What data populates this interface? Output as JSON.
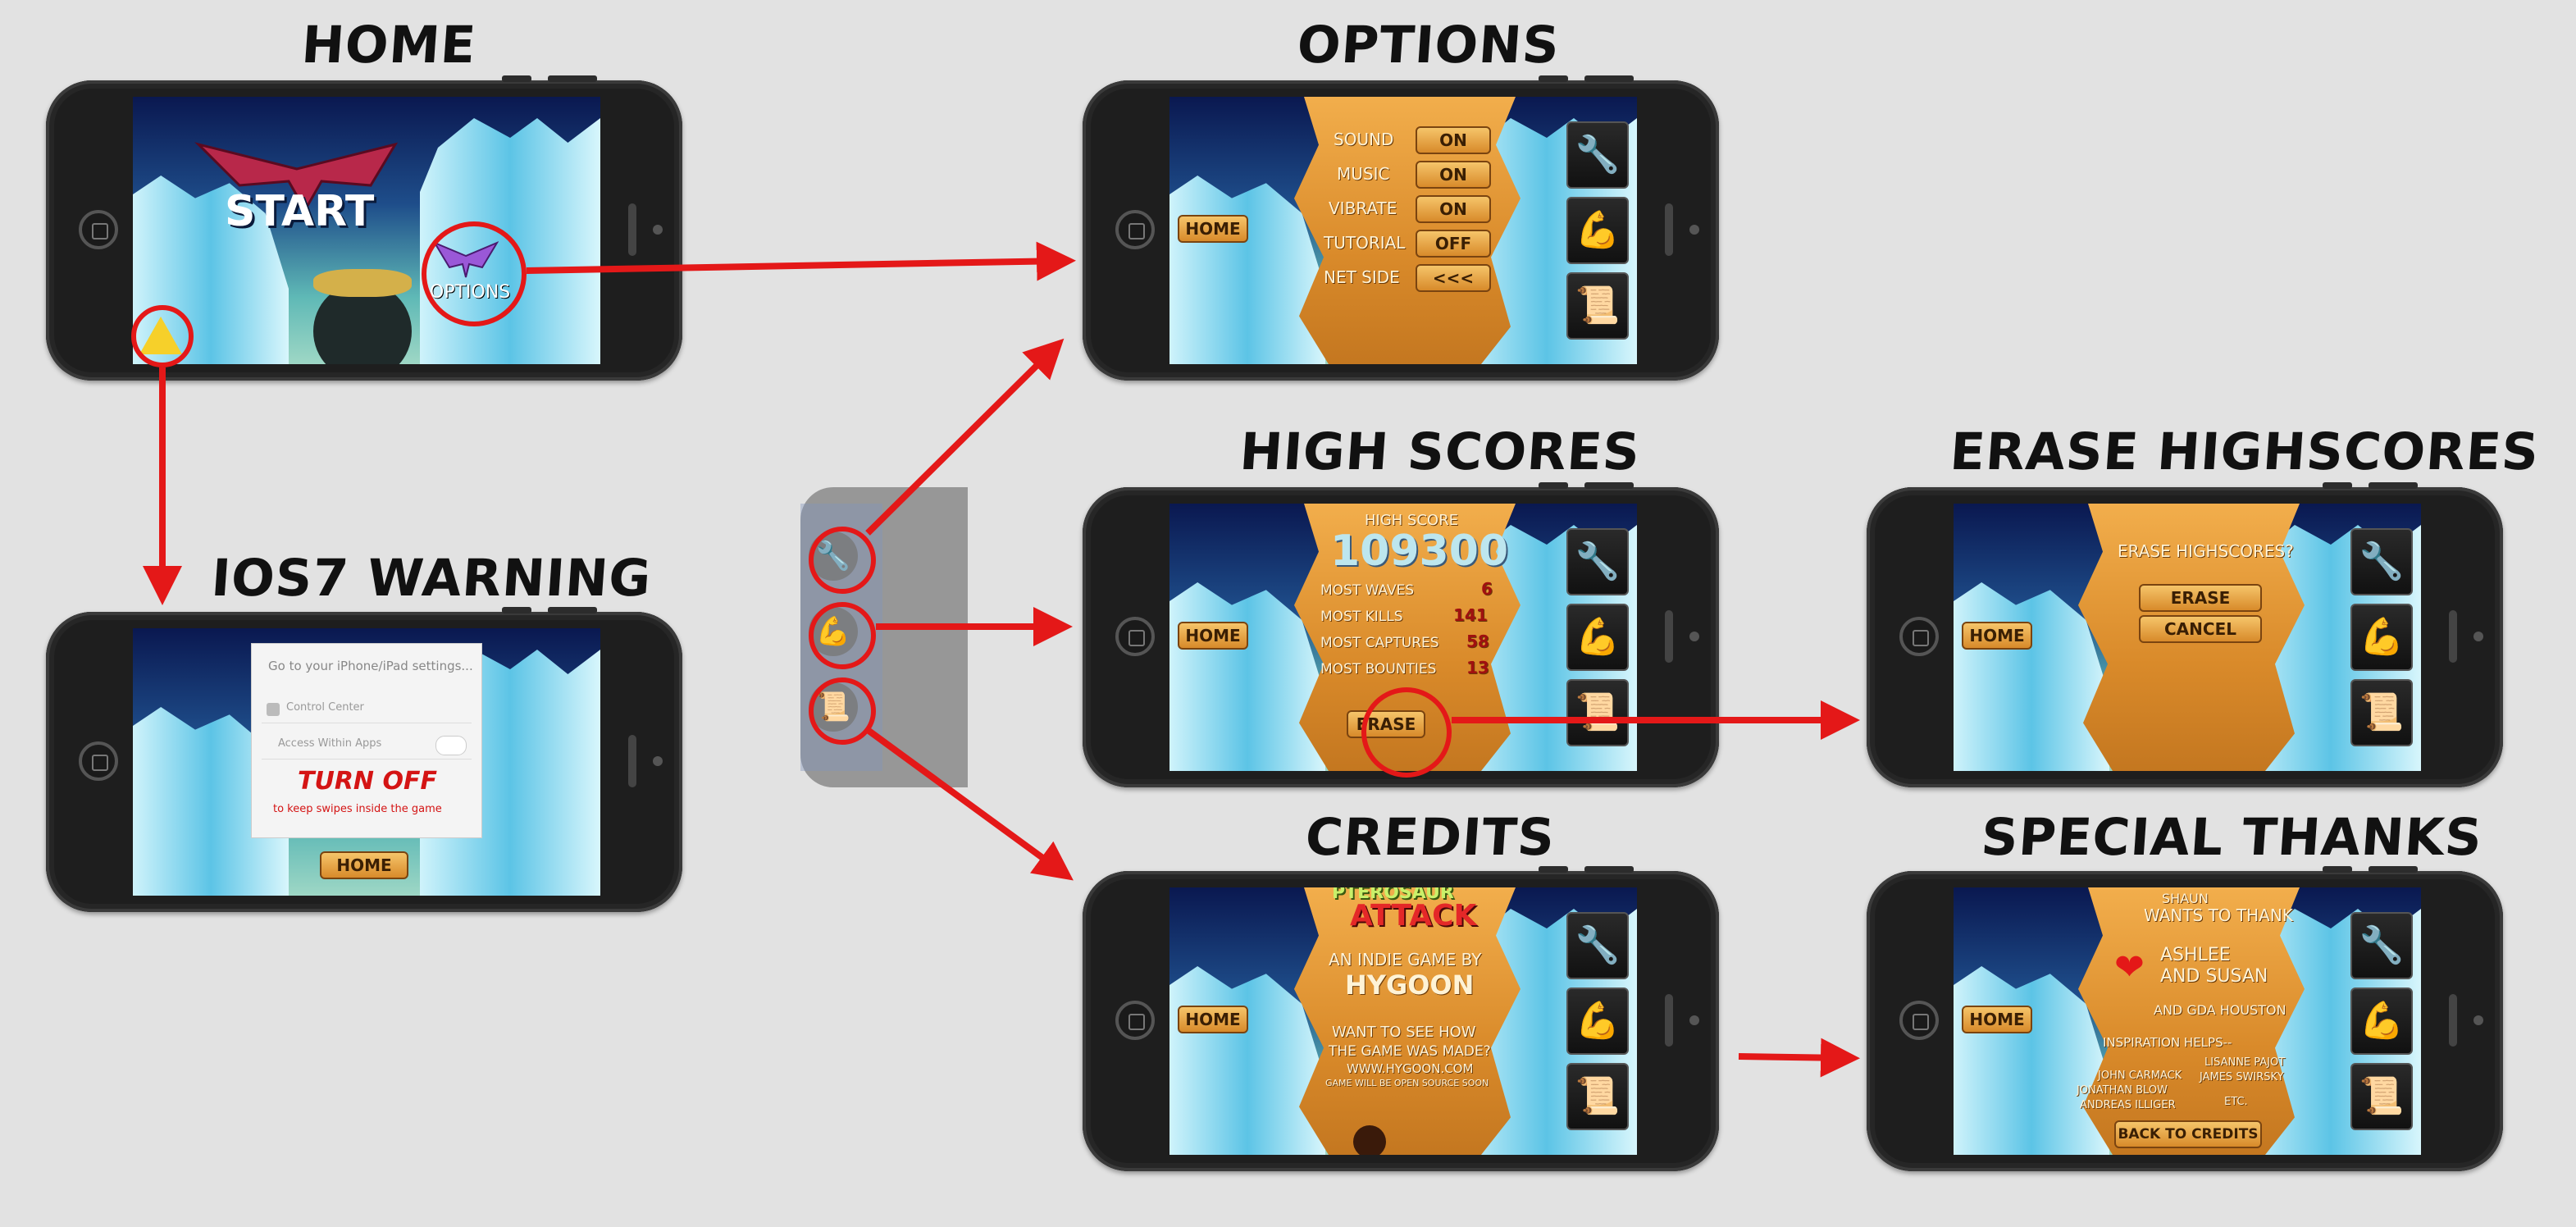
{
  "titles": {
    "home": "HOME",
    "options": "OPTIONS",
    "ios7": "IOS7 WARNING",
    "highscores": "HIGH SCORES",
    "erase": "ERASE HIGHSCORES",
    "credits": "CREDITS",
    "thanks": "SPECIAL THANKS"
  },
  "home_screen": {
    "start": "START",
    "options": "OPTIONS"
  },
  "options_screen": {
    "home": "HOME",
    "rows": [
      {
        "label": "SOUND",
        "value": "ON"
      },
      {
        "label": "MUSIC",
        "value": "ON"
      },
      {
        "label": "VIBRATE",
        "value": "ON"
      },
      {
        "label": "TUTORIAL",
        "value": "OFF"
      },
      {
        "label": "NET SIDE",
        "value": "<<<"
      }
    ]
  },
  "ios7_screen": {
    "heading": "Go to your iPhone/iPad settings...",
    "item1": "Control Center",
    "item2": "Access Within Apps",
    "turn_off": "TURN OFF",
    "note": "to keep swipes inside the game",
    "home": "HOME"
  },
  "highscores_screen": {
    "home": "HOME",
    "heading": "HIGH SCORE",
    "score": "109300",
    "rows": [
      {
        "label": "MOST WAVES",
        "value": "6"
      },
      {
        "label": "MOST KILLS",
        "value": "141"
      },
      {
        "label": "MOST CAPTURES",
        "value": "58"
      },
      {
        "label": "MOST BOUNTIES",
        "value": "13"
      }
    ],
    "erase": "ERASE"
  },
  "erase_screen": {
    "home": "HOME",
    "question": "ERASE HIGHSCORES?",
    "erase": "ERASE",
    "cancel": "CANCEL"
  },
  "credits_screen": {
    "home": "HOME",
    "logo1": "PTEROSAUR",
    "logo2": "ATTACK",
    "line1": "AN INDIE GAME BY",
    "studio": "HYGOON",
    "line2": "WANT TO SEE HOW",
    "line3": "THE GAME WAS MADE?",
    "url": "WWW.HYGOON.COM",
    "line4": "GAME WILL BE OPEN SOURCE SOON"
  },
  "thanks_screen": {
    "home": "HOME",
    "name": "SHAUN",
    "wants": "WANTS TO THANK",
    "t1": "ASHLEE",
    "t2": "AND SUSAN",
    "t3": "AND GDA HOUSTON",
    "insp": "INSPIRATION HELPS--",
    "n1": "JOHN CARMACK",
    "n2": "LISANNE PAJOT",
    "n3": "JONATHAN BLOW",
    "n4": "JAMES SWIRSKY",
    "n5": "ANDREAS ILLIGER",
    "n6": "ETC.",
    "back": "BACK TO CREDITS"
  },
  "icons": [
    "wrench-icon",
    "muscle-man-icon",
    "scroll-icon",
    "hand-warning-icon",
    "pterosaur-icon"
  ],
  "colors": {
    "arrow": "#e41818",
    "rock": "#e29a3a",
    "background": "#e2e2e2"
  }
}
